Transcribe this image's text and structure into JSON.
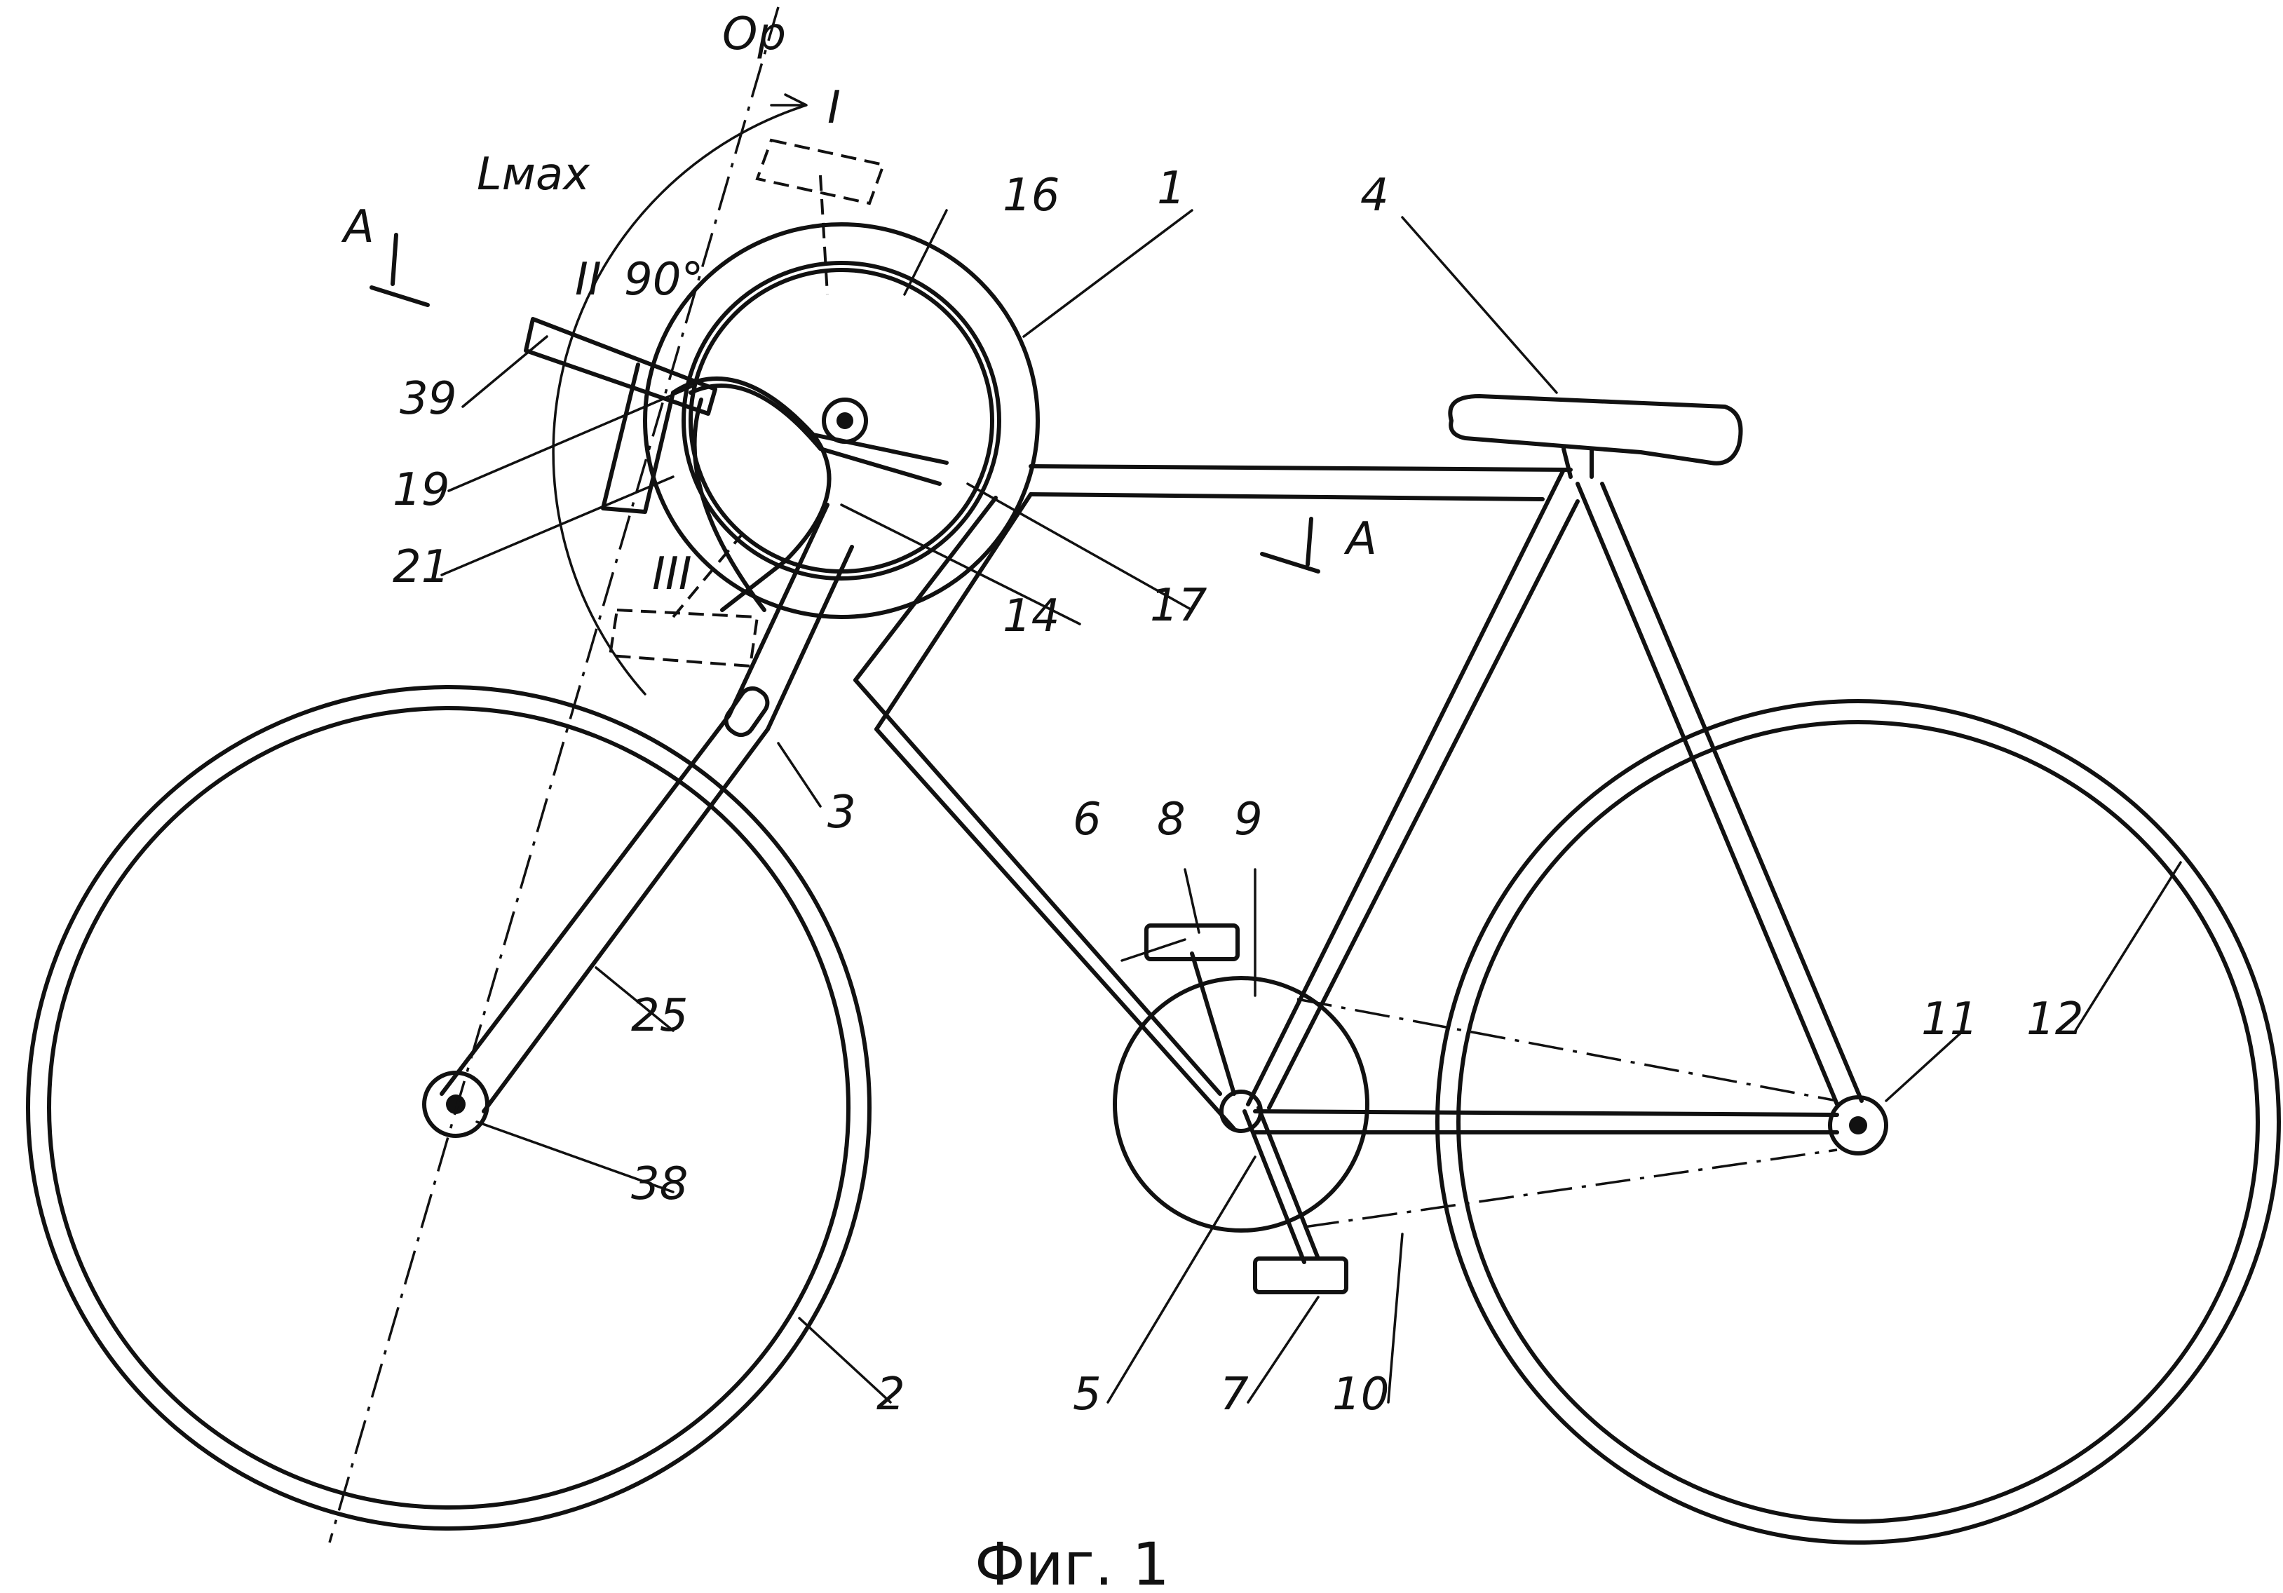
{
  "figure": {
    "caption": "Фиг. 1",
    "axis_label": "Ор",
    "section_label": "А",
    "length_label": "Lмах",
    "angle_label": "90°",
    "positions": [
      "I",
      "II",
      "III"
    ]
  },
  "callouts": [
    "1",
    "2",
    "3",
    "4",
    "5",
    "6",
    "7",
    "8",
    "9",
    "10",
    "11",
    "12",
    "14",
    "16",
    "17",
    "19",
    "21",
    "25",
    "38",
    "39"
  ]
}
